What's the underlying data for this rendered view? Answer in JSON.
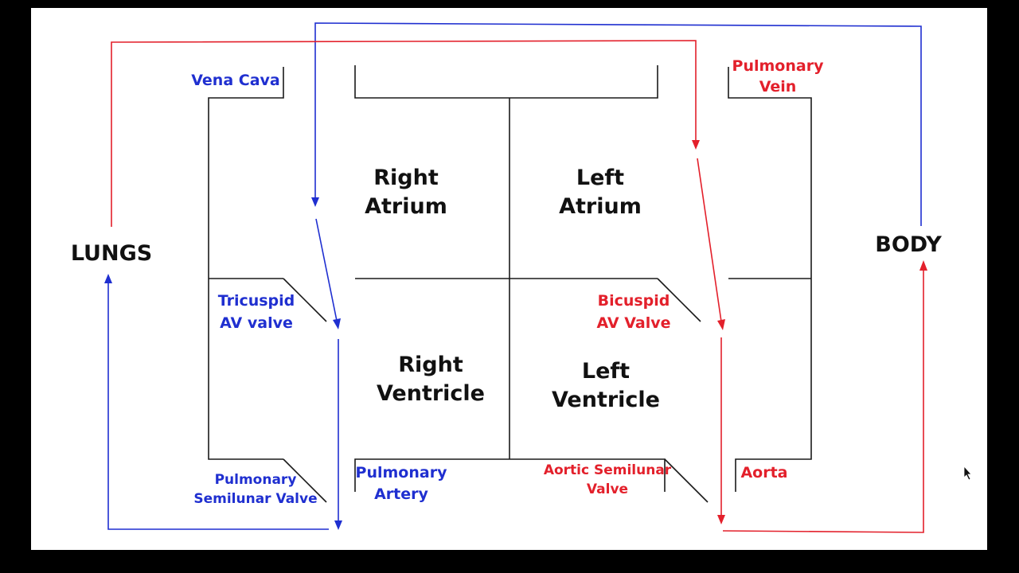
{
  "regions": {
    "lungs": "LUNGS",
    "body": "BODY"
  },
  "chambers": {
    "right_atrium": [
      "Right",
      "Atrium"
    ],
    "left_atrium": [
      "Left",
      "Atrium"
    ],
    "right_ventricle": [
      "Right",
      "Ventricle"
    ],
    "left_ventricle": [
      "Left",
      "Ventricle"
    ]
  },
  "vessels": {
    "vena_cava": "Vena Cava",
    "pulmonary_vein": [
      "Pulmonary",
      "Vein"
    ],
    "pulmonary_artery": [
      "Pulmonary",
      "Artery"
    ],
    "aorta": "Aorta"
  },
  "valves": {
    "tricuspid": [
      "Tricuspid",
      "AV valve"
    ],
    "bicuspid": [
      "Bicuspid",
      "AV Valve"
    ],
    "pulmonary_semilunar": [
      "Pulmonary",
      "Semilunar Valve"
    ],
    "aortic_semilunar": [
      "Aortic Semilunar",
      "Valve"
    ]
  },
  "colors": {
    "deoxygenated": "#1f2fd0",
    "oxygenated": "#e3202b",
    "walls": "#1a1a1a",
    "background": "#ffffff"
  }
}
